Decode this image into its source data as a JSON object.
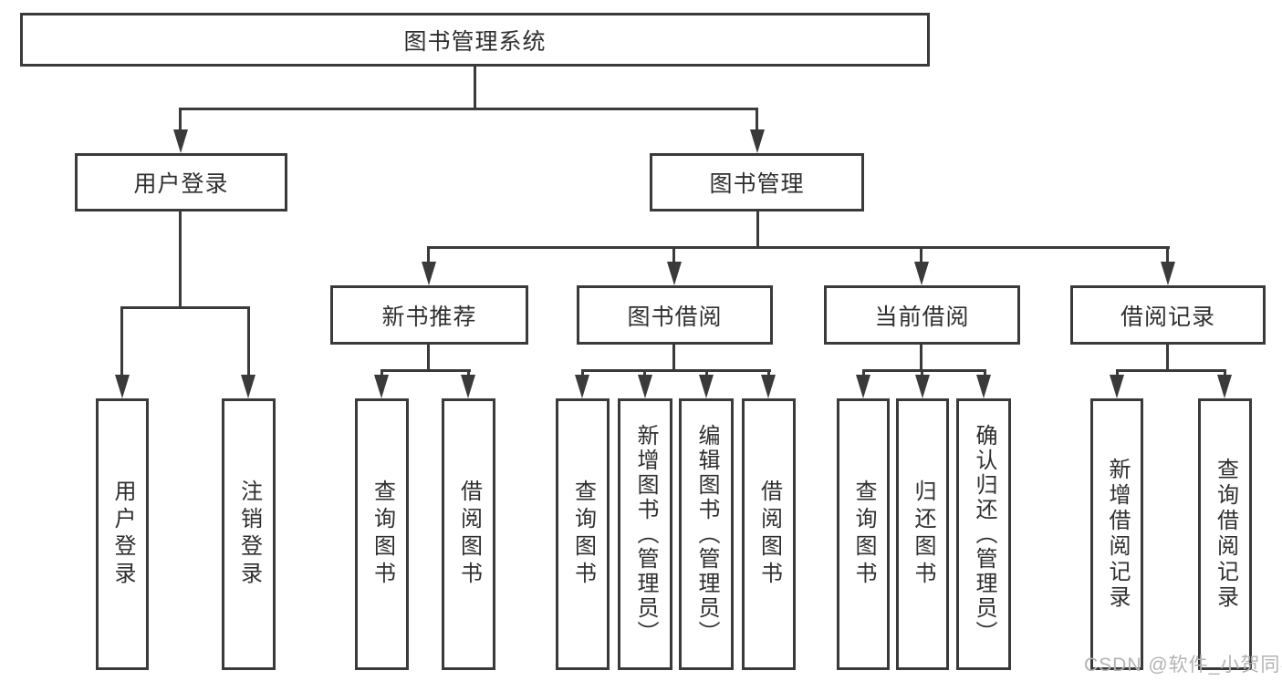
{
  "diagram_title": "图书管理系统",
  "watermark": {
    "text": "CSDN @软件_小贺同学"
  },
  "colors": {
    "line": "#3a3a3a",
    "text": "#2f2f2f",
    "background": "#ffffff",
    "watermark": "#b3b3b3"
  },
  "tree": {
    "label": "图书管理系统",
    "children": [
      {
        "label": "用户登录",
        "children": [
          {
            "label": "用户登录"
          },
          {
            "label": "注销登录"
          }
        ]
      },
      {
        "label": "图书管理",
        "children": [
          {
            "label": "新书推荐",
            "children": [
              {
                "label": "查询图书"
              },
              {
                "label": "借阅图书"
              }
            ]
          },
          {
            "label": "图书借阅",
            "children": [
              {
                "label": "查询图书"
              },
              {
                "label": "新增图书（管理员）"
              },
              {
                "label": "编辑图书（管理员）"
              },
              {
                "label": "借阅图书"
              }
            ]
          },
          {
            "label": "当前借阅",
            "children": [
              {
                "label": "查询图书"
              },
              {
                "label": "归还图书"
              },
              {
                "label": "确认归还（管理员）"
              }
            ]
          },
          {
            "label": "借阅记录",
            "children": [
              {
                "label": "新增借阅记录"
              },
              {
                "label": "查询借阅记录"
              }
            ]
          }
        ]
      }
    ]
  }
}
